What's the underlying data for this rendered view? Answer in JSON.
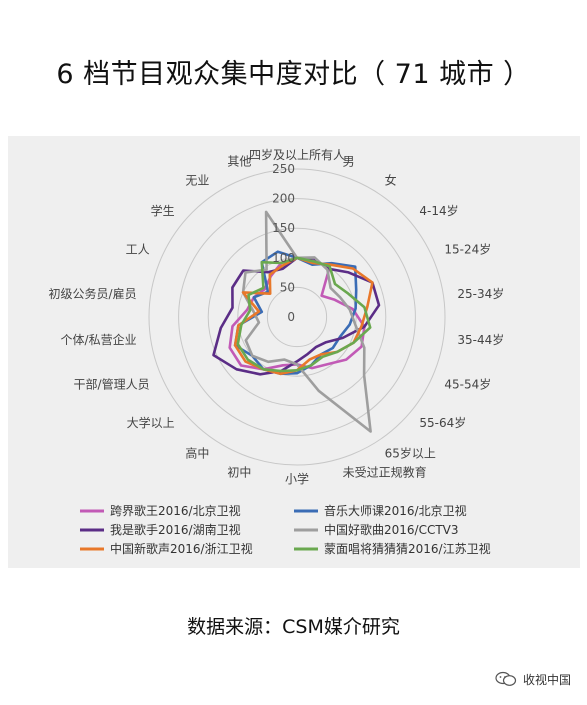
{
  "title": "6 档节目观众集中度对比（ 71 城市 ）",
  "source": "数据来源：CSM媒介研究",
  "watermark": "收视中国",
  "watermark_icon": "wechat-icon",
  "chart_data": {
    "type": "radar",
    "rmax": 250,
    "ticks": [
      0,
      50,
      100,
      150,
      200,
      250
    ],
    "grid": true,
    "legend_position": "bottom",
    "categories": [
      "四岁及以上所有人",
      "男",
      "女",
      "4-14岁",
      "15-24岁",
      "25-34岁",
      "35-44岁",
      "45-54岁",
      "55-64岁",
      "65岁以上",
      "未受过正规教育",
      "小学",
      "初中",
      "高中",
      "大学以上",
      "干部/管理人员",
      "个体/私营企业",
      "初级公务员/雇员",
      "工人",
      "学生",
      "无业",
      "其他"
    ],
    "series": [
      {
        "name": "跨界歌王2016/北京卫视",
        "color": "#c25ab6",
        "values": [
          100,
          97,
          103,
          55,
          70,
          95,
          115,
          120,
          110,
          95,
          90,
          80,
          85,
          105,
          125,
          125,
          110,
          85,
          80,
          72,
          82,
          95
        ]
      },
      {
        "name": "音乐大师课2016/北京卫视",
        "color": "#3a6cb5",
        "values": [
          100,
          92,
          108,
          130,
          110,
          100,
          90,
          80,
          80,
          75,
          85,
          95,
          100,
          105,
          100,
          115,
          100,
          60,
          80,
          65,
          110,
          115
        ]
      },
      {
        "name": "我是歌手2016/湖南卫视",
        "color": "#5b2d86",
        "values": [
          100,
          103,
          97,
          115,
          140,
          140,
          115,
          85,
          65,
          60,
          65,
          75,
          95,
          115,
          135,
          155,
          130,
          110,
          120,
          120,
          90,
          85
        ]
      },
      {
        "name": "中国好歌曲2016/CCTV3",
        "color": "#9e9e9e",
        "values": [
          100,
          105,
          95,
          75,
          80,
          90,
          100,
          125,
          150,
          230,
          130,
          80,
          75,
          90,
          100,
          95,
          65,
          75,
          100,
          115,
          95,
          185
        ]
      },
      {
        "name": "中国新歌声2016/浙江卫视",
        "color": "#e8782a",
        "values": [
          100,
          95,
          105,
          125,
          140,
          120,
          110,
          105,
          90,
          75,
          75,
          90,
          100,
          105,
          115,
          115,
          100,
          65,
          100,
          60,
          85,
          90
        ]
      },
      {
        "name": "蒙面唱将猜猜猜2016/江苏卫视",
        "color": "#6aa84f",
        "values": [
          100,
          98,
          102,
          85,
          95,
          115,
          125,
          105,
          90,
          80,
          85,
          90,
          95,
          105,
          110,
          110,
          95,
          80,
          90,
          75,
          110,
          95
        ]
      }
    ]
  }
}
